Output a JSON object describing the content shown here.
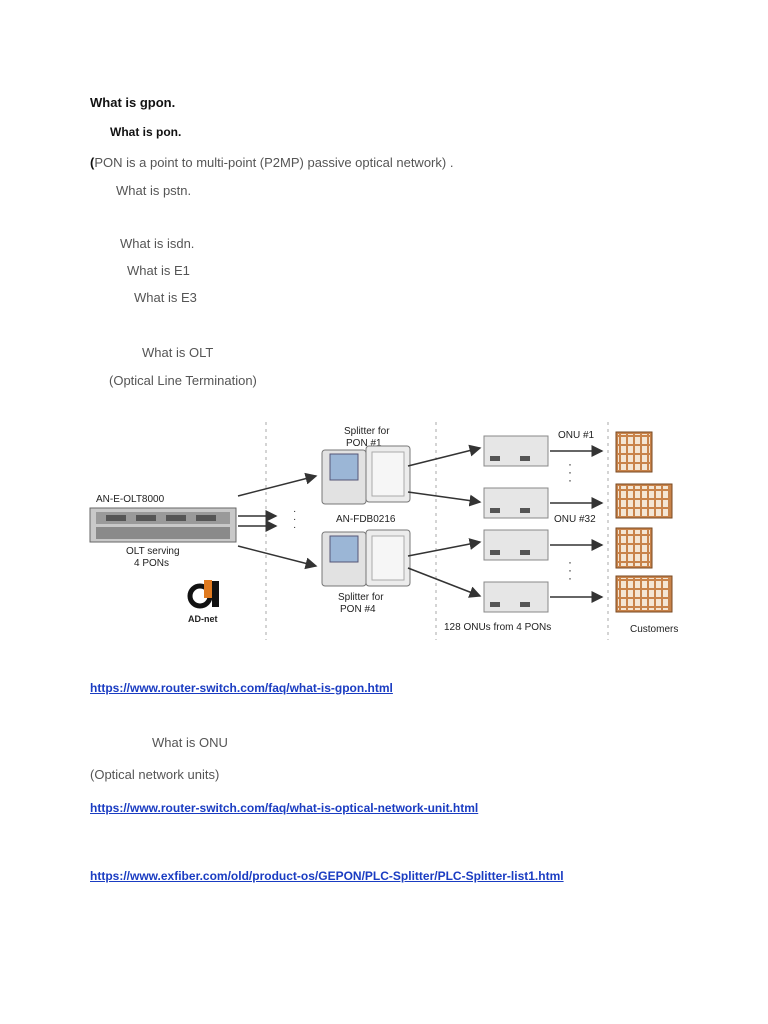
{
  "doc": {
    "heading_gpon": "What is gpon.",
    "heading_pon": "What is pon.",
    "pon_def_paren": "(",
    "pon_def": "PON is a point to multi-point (P2MP) passive optical network) .",
    "pstn": "What is pstn.",
    "isdn": "What is isdn.",
    "e1": "What is E1",
    "e3": "What is E3",
    "olt": "What is OLT",
    "olt_def": "(Optical Line Termination)",
    "link_gpon": "https://www.router-switch.com/faq/what-is-gpon.html",
    "onu": "What is ONU",
    "onu_def": "(Optical network units)",
    "link_onu": "https://www.router-switch.com/faq/what-is-optical-network-unit.html",
    "link_splitter": "https://www.exfiber.com/old/product-os/GEPON/PLC-Splitter/PLC-Splitter-list1.html"
  },
  "diagram": {
    "olt_model": "AN-E-OLT8000",
    "olt_serving_1": "OLT serving",
    "olt_serving_2": "4 PONs",
    "brand": "AD-net",
    "splitter1_1": "Splitter for",
    "splitter1_2": "PON #1",
    "splitter_model": "AN-FDB0216",
    "splitter4_1": "Splitter for",
    "splitter4_2": "PON #4",
    "onu1": "ONU #1",
    "onu32": "ONU #32",
    "onus_total": "128 ONUs from 4 PONs",
    "customers": "Customers",
    "colors": {
      "building": "#c8834a",
      "building_dark": "#7a4a22",
      "device": "#dcdcdc",
      "arrow": "#333333"
    }
  }
}
